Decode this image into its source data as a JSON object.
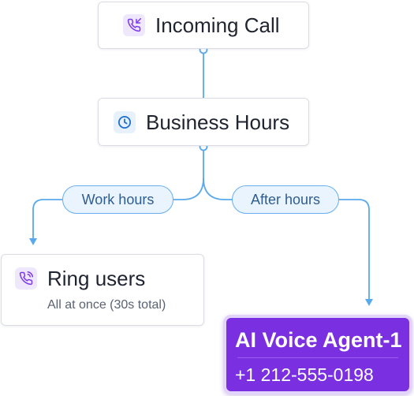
{
  "nodes": {
    "incoming_call": {
      "title": "Incoming Call",
      "icon": "phone-incoming-icon"
    },
    "business_hours": {
      "title": "Business Hours",
      "icon": "clock-icon"
    },
    "ring_users": {
      "title": "Ring users",
      "subtitle": "All at once (30s total)",
      "icon": "phone-ringing-icon"
    },
    "ai_agent": {
      "title": "AI Voice Agent-1",
      "phone": "+1 212-555-0198"
    }
  },
  "branches": {
    "work_hours": "Work hours",
    "after_hours": "After hours"
  },
  "colors": {
    "connector": "#5aa9ec",
    "agent_bg": "#7a2fe0",
    "agent_border": "#e2d4fa",
    "icon_purple": "#7c3aed",
    "icon_blue": "#1e6fd0",
    "label_bg": "#eaf4fe",
    "label_border": "#67aff0"
  }
}
